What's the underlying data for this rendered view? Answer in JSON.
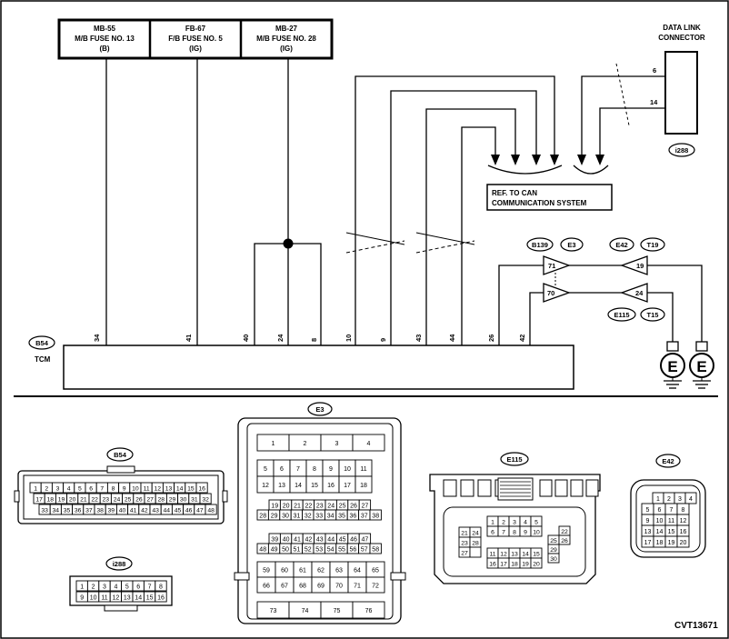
{
  "fuses": [
    {
      "line1": "MB-55",
      "line2": "M/B FUSE NO. 13",
      "line3": "(B)"
    },
    {
      "line1": "FB-67",
      "line2": "F/B FUSE NO. 5",
      "line3": "(IG)"
    },
    {
      "line1": "MB-27",
      "line2": "M/B FUSE NO. 28",
      "line3": "(IG)"
    }
  ],
  "tcm": {
    "connector": "B54",
    "label": "TCM"
  },
  "tcm_pins": [
    "34",
    "41",
    "40",
    "24",
    "8",
    "10",
    "9",
    "43",
    "44",
    "26",
    "42"
  ],
  "data_link": {
    "line1": "DATA LINK",
    "line2": "CONNECTOR",
    "pin_a": "6",
    "pin_b": "14",
    "connector": "i288"
  },
  "ref_can": {
    "line1": "REF. TO CAN",
    "line2": "COMMUNICATION SYSTEM"
  },
  "junction": {
    "left_tags": [
      "B139",
      "E3"
    ],
    "right_tags": [
      "E42",
      "T19"
    ],
    "bottom_tags": [
      "E115",
      "T15"
    ],
    "pins_left": [
      "71",
      "70"
    ],
    "pins_right": [
      "19",
      "24"
    ]
  },
  "ground": {
    "symbol": "E"
  },
  "e3": {
    "title": "E3",
    "rows": [
      [
        "1",
        "2",
        "3",
        "4"
      ],
      [
        "5",
        "6",
        "7",
        "8",
        "9",
        "10",
        "11"
      ],
      [
        "12",
        "13",
        "14",
        "15",
        "16",
        "17",
        "18"
      ],
      [
        "19",
        "20",
        "21",
        "22",
        "23",
        "24",
        "25",
        "26",
        "27"
      ],
      [
        "28",
        "29",
        "30",
        "31",
        "32",
        "33",
        "34",
        "35",
        "36",
        "37",
        "38"
      ],
      [
        "39",
        "40",
        "41",
        "42",
        "43",
        "44",
        "45",
        "46",
        "47"
      ],
      [
        "48",
        "49",
        "50",
        "51",
        "52",
        "53",
        "54",
        "55",
        "56",
        "57",
        "58"
      ],
      [
        "59",
        "60",
        "61",
        "62",
        "63",
        "64",
        "65"
      ],
      [
        "66",
        "67",
        "68",
        "69",
        "70",
        "71",
        "72"
      ],
      [
        "73",
        "74",
        "75",
        "76"
      ]
    ]
  },
  "b54": {
    "title": "B54",
    "rows": [
      [
        "1",
        "2",
        "3",
        "4",
        "5",
        "6",
        "7",
        "8",
        "9",
        "10",
        "11",
        "12",
        "13",
        "14",
        "15",
        "16"
      ],
      [
        "17",
        "18",
        "19",
        "20",
        "21",
        "22",
        "23",
        "24",
        "25",
        "26",
        "27",
        "28",
        "29",
        "30",
        "31",
        "32"
      ],
      [
        "33",
        "34",
        "35",
        "36",
        "37",
        "38",
        "39",
        "40",
        "41",
        "42",
        "43",
        "44",
        "45",
        "46",
        "47",
        "48"
      ]
    ]
  },
  "i288": {
    "title": "i288",
    "rows": [
      [
        "1",
        "2",
        "3",
        "4",
        "5",
        "6",
        "7",
        "8"
      ],
      [
        "9",
        "10",
        "11",
        "12",
        "13",
        "14",
        "15",
        "16"
      ]
    ]
  },
  "e115": {
    "title": "E115",
    "left": [
      [
        "21",
        "24"
      ],
      [
        "23",
        "28"
      ],
      [
        "27",
        ""
      ]
    ],
    "center_top": [
      [
        "1",
        "2",
        "3",
        "4",
        "5"
      ],
      [
        "6",
        "7",
        "8",
        "9",
        "10"
      ]
    ],
    "center_bottom": [
      [
        "11",
        "12",
        "13",
        "14",
        "15"
      ],
      [
        "16",
        "17",
        "18",
        "19",
        "20"
      ]
    ],
    "right": [
      [
        "",
        "22"
      ],
      [
        "25",
        "26"
      ],
      [
        "29",
        ""
      ],
      [
        "30",
        ""
      ]
    ]
  },
  "e42": {
    "title": "E42",
    "rows": [
      [
        "1",
        "2",
        "3",
        "4"
      ],
      [
        "5",
        "6",
        "7",
        "8"
      ],
      [
        "9",
        "10",
        "11",
        "12"
      ],
      [
        "13",
        "14",
        "15",
        "16"
      ],
      [
        "17",
        "18",
        "19",
        "20"
      ]
    ]
  },
  "code": "CVT13671"
}
